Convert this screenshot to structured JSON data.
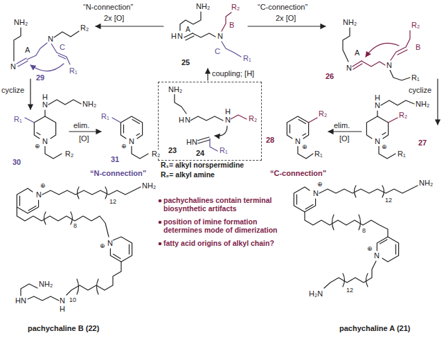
{
  "diagram": {
    "nodes": [
      {
        "text": [
          "NH₂",
          "H",
          "N",
          "H",
          "N",
          "R₂",
          "HN",
          "R₁",
          "23",
          "24"
        ]
      }
    ],
    "labels": [
      "“N-connection”",
      "2x [O]",
      "“C-connection”",
      "2x [O]",
      "NH₂",
      "A",
      "N",
      "N",
      "C",
      "R₂",
      "R₁",
      "29",
      "cyclize",
      "H",
      "N",
      "NH₂",
      "R₁",
      "N",
      "⊕",
      "R₂",
      "30",
      "elim.",
      "[O]",
      "R₁",
      "N",
      "⊕",
      "R₂",
      "31",
      "“N-connection”",
      "NH₂",
      "H",
      "N",
      "A",
      "N",
      "B",
      "R₂",
      "C",
      "R₁",
      "25",
      "coupling; [H]",
      "R₁= alkyl norspermidine",
      "R₂= alkyl amine",
      "NH₂",
      "A",
      "N",
      "B",
      "R₂",
      "N",
      "R₁",
      "26",
      "cyclize",
      "H",
      "N",
      "NH₂",
      "R₂",
      "N",
      "⊕",
      "R₁",
      "27",
      "elim.",
      "[O]",
      "R₂",
      "N",
      "⊕",
      "R₁",
      "28",
      "“C-connection”",
      "N",
      "⊕",
      "12",
      "NH₂",
      "8",
      "N",
      "⊕",
      "10",
      "HN",
      "N",
      "H",
      "NH₂",
      "pachychaline B (22)",
      "pachychalines contain terminal biosynthetic artifacts",
      "position of imine formation determines mode of dimerization",
      "fatty acid origins of alkyl chain?",
      "N",
      "⊕",
      "12",
      "NH₂",
      "8",
      "N",
      "⊕",
      "H₂N",
      "12",
      "pachychaline A (21)"
    ]
  }
}
